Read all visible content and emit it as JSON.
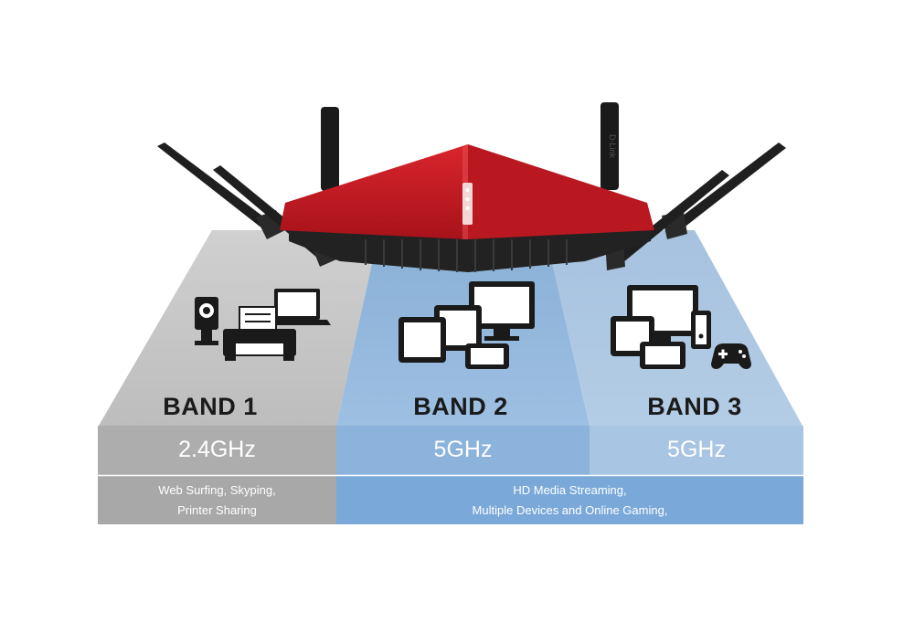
{
  "bands": [
    {
      "title": "BAND 1",
      "frequency": "2.4GHz",
      "uses": [
        "Web Surfing, Skyping,",
        "Printer Sharing"
      ],
      "icons": [
        "webcam-icon",
        "printer-icon",
        "laptop-icon"
      ],
      "color": "#c8c8c8"
    },
    {
      "title": "BAND 2",
      "frequency": "5GHz",
      "icons": [
        "tablet-icon",
        "tablet-icon",
        "monitor-icon",
        "phone-icon"
      ],
      "color": "#8fb5db"
    },
    {
      "title": "BAND 3",
      "frequency": "5GHz",
      "icons": [
        "monitor-icon",
        "tablet-icon",
        "phone-icon",
        "console-icon",
        "gamepad-icon"
      ],
      "color": "#aac6e3"
    }
  ],
  "shared_uses": [
    "HD Media Streaming,",
    "Multiple Devices and Online Gaming,"
  ],
  "router": {
    "logo": "D-Link",
    "body_color": "#c8161d",
    "antenna_color": "#1b1b1b"
  }
}
